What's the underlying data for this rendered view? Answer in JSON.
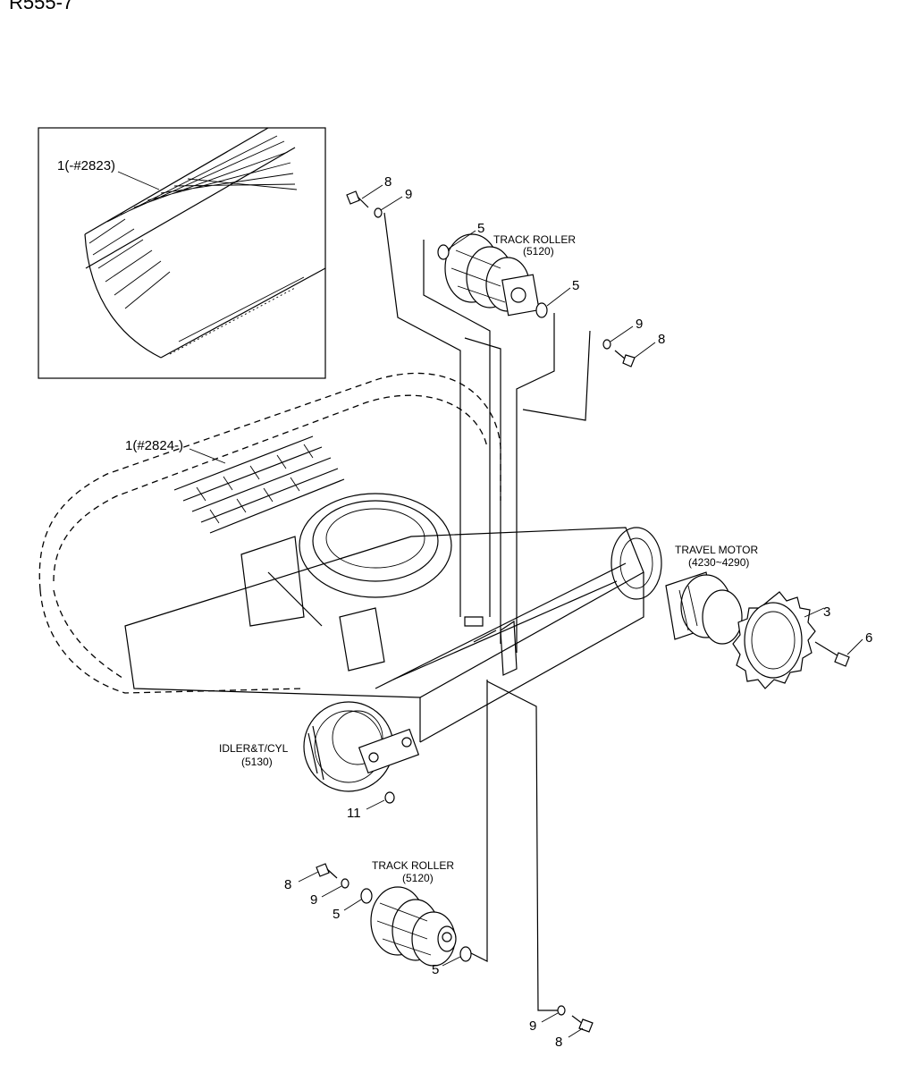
{
  "header": {
    "model": "R555-7"
  },
  "callouts": {
    "track_old": "1(-#2823)",
    "track_new": "1(#2824-)",
    "bolt_8_top": "8",
    "washer_9_top": "9",
    "bolt_8_right": "8",
    "washer_9_right": "9",
    "washer_5_top_a": "5",
    "washer_5_top_b": "5",
    "sprocket_3": "3",
    "bolt_6": "6",
    "plug_11": "11",
    "bolt_8_lower": "8",
    "washer_9_lower": "9",
    "washer_5_lower_a": "5",
    "washer_5_lower_b": "5",
    "washer_9_bottom": "9",
    "bolt_8_bottom": "8"
  },
  "assemblies": {
    "track_roller_top": {
      "name": "TRACK ROLLER",
      "ref": "(5120)"
    },
    "track_roller_bottom": {
      "name": "TRACK ROLLER",
      "ref": "(5120)"
    },
    "travel_motor": {
      "name": "TRAVEL MOTOR",
      "ref": "(4230~4290)"
    },
    "idler": {
      "name": "IDLER&T/CYL",
      "ref": "(5130)"
    }
  }
}
